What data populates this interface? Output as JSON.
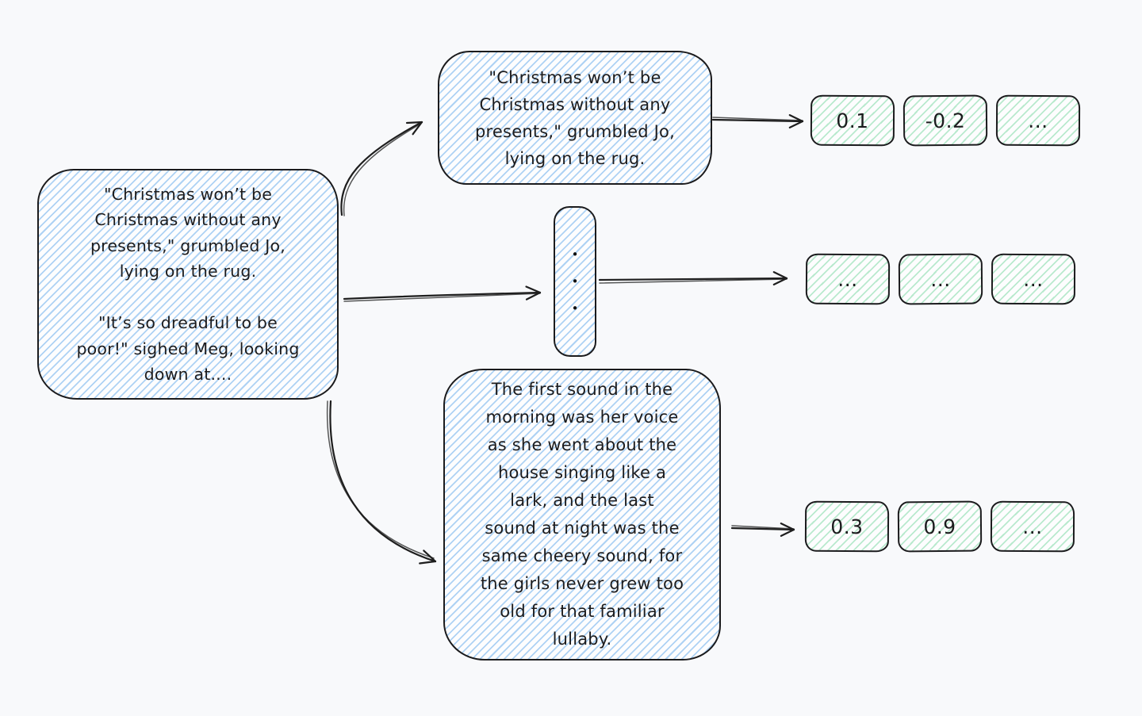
{
  "colors": {
    "canvas_background": "#f8f9fb",
    "stroke": "#1e1e1e",
    "blue_hatch": "#a9d2f2",
    "green_hatch": "#aee0c0"
  },
  "source_box": {
    "text": "\"Christmas won’t be\nChristmas without any\npresents,\" grumbled Jo,\nlying on the rug.\n\n\"It’s so dreadful to be\npoor!\" sighed Meg, looking\ndown at...."
  },
  "chunks": [
    {
      "text": "\"Christmas won’t be\nChristmas without any\npresents,\" grumbled Jo,\nlying on the rug."
    },
    {
      "text": "•\n•\n•"
    },
    {
      "text": "The first sound in the\nmorning was her voice\nas she went about the\nhouse singing like a\nlark, and the last\nsound at night was the\nsame cheery sound, for\nthe girls never grew too\nold for that familiar\nlullaby."
    }
  ],
  "embedding_rows": [
    {
      "values": [
        "0.1",
        "-0.2",
        "..."
      ]
    },
    {
      "values": [
        "...",
        "...",
        "..."
      ]
    },
    {
      "values": [
        "0.3",
        "0.9",
        "..."
      ]
    }
  ]
}
